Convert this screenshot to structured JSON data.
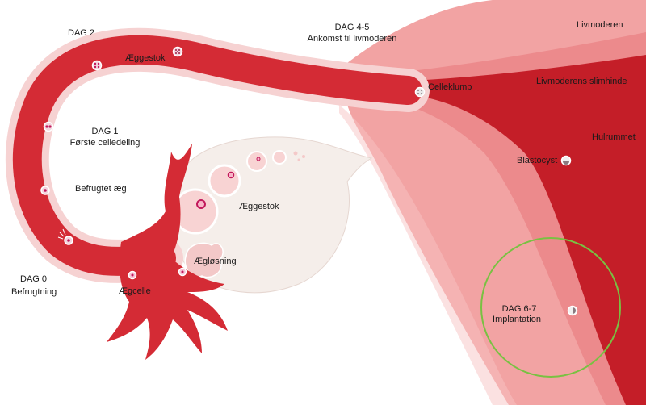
{
  "labels": {
    "dag2": "DAG 2",
    "aeggestok_tube": "Æggestok",
    "dag45_line1": "DAG 4-5",
    "dag45_line2": "Ankomst til livmoderen",
    "livmoderen": "Livmoderen",
    "livmoderens_slimhinde": "Livmoderens slimhinde",
    "celleklump": "Celleklump",
    "dag1_line1": "DAG 1",
    "dag1_line2": "Første celledeling",
    "hulrummet": "Hulrummet",
    "blastocyst": "Blastocyst",
    "befrugtet_aeg": "Befrugtet æg",
    "aeggestok_ovary": "Æggestok",
    "aegloesning": "Ægløsning",
    "dag0_line1": "DAG 0",
    "dag0_line2": "Befrugtning",
    "aegcelle": "Ægcelle",
    "dag67_line1": "DAG 6-7",
    "dag67_line2": "Implantation"
  },
  "colors": {
    "tube": "#d42b35",
    "tube_halo": "#f6d2d2",
    "uterus_outer": "#f2a3a3",
    "uterus_lining": "#ec8a8c",
    "uterus_inner": "#c41e28",
    "ovary": "#f5eeea",
    "highlight_circle": "#79c142"
  }
}
